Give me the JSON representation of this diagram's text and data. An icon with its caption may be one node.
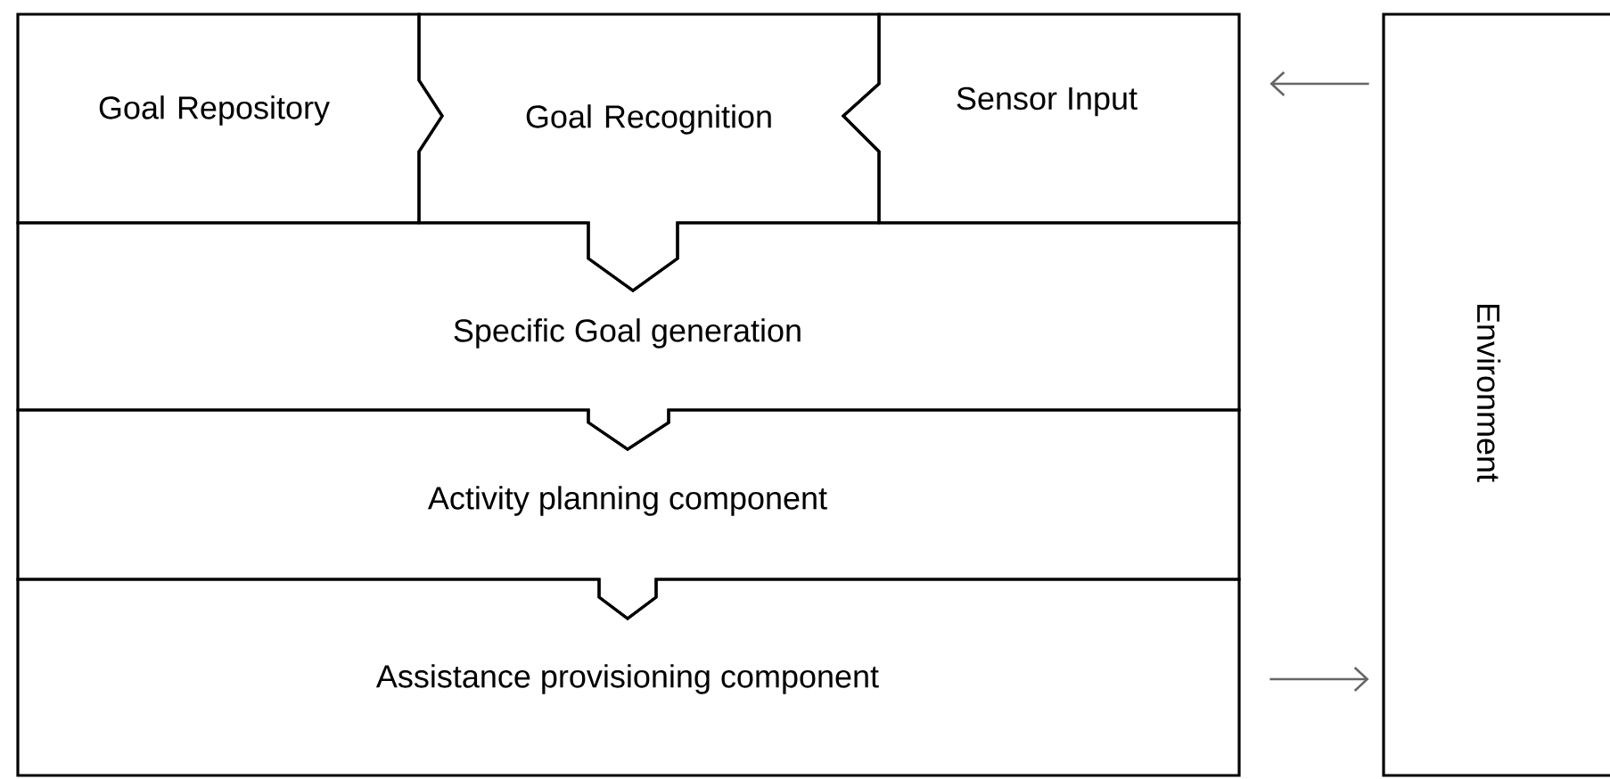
{
  "diagram": {
    "nodes": [
      {
        "text": [
          "Goal Repository"
        ]
      },
      {
        "text": [
          "Goal Recognition"
        ]
      },
      {
        "text": [
          "Sensor Input"
        ]
      },
      {
        "text": [
          "Specific Goal generation"
        ]
      },
      {
        "text": [
          "Activity planning component"
        ]
      },
      {
        "text": [
          "Assistance provisioning component"
        ]
      },
      {
        "text": [
          "Environment"
        ]
      }
    ],
    "edges": [
      {
        "from": 6,
        "to": 2,
        "arrow": "to"
      },
      {
        "from": 5,
        "to": 6,
        "arrow": "to"
      }
    ]
  }
}
